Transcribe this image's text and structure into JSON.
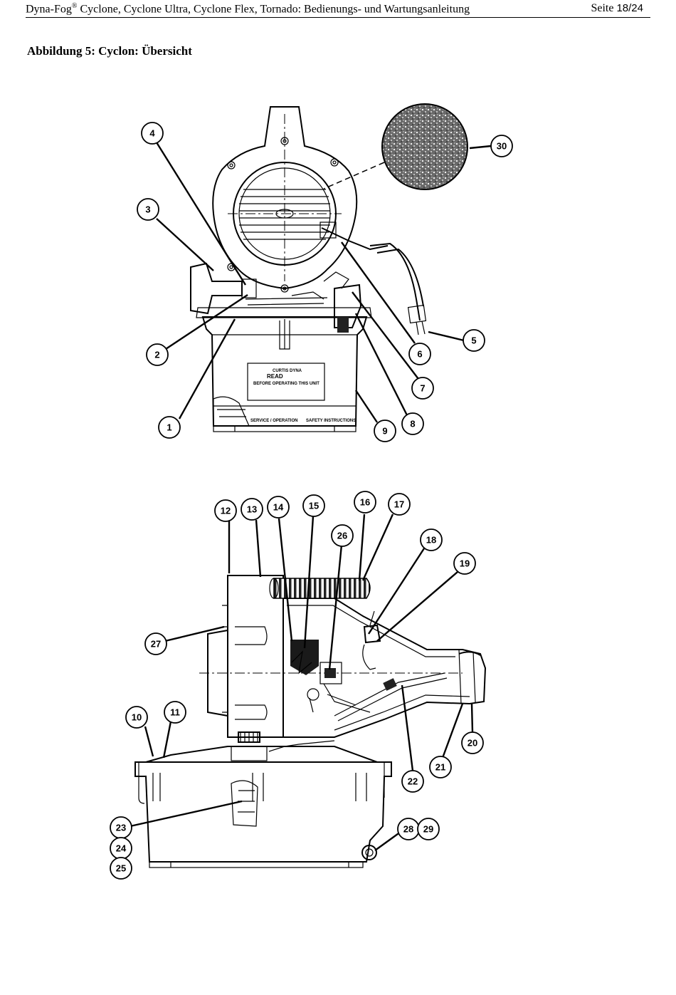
{
  "header": {
    "brand": "Dyna-Fog",
    "reg": "®",
    "title_rest": " Cyclone, Cyclone Ultra, Cyclone Flex, Tornado: Bedienungs- und Wartungsanleitung",
    "page_word": "Seite ",
    "page_num": "18/24"
  },
  "caption": "Abbildung 5: Cyclon: Übersicht",
  "plate_text": {
    "line1": "CURTIS DYNA",
    "brand": "READ",
    "line3": "BEFORE OPERATING THIS UNIT",
    "line4": "SERVICE / OPERATION",
    "line5": "SAFETY INSTRUCTIONS"
  },
  "callouts_front": [
    "1",
    "2",
    "3",
    "4",
    "5",
    "6",
    "7",
    "8",
    "9",
    "30"
  ],
  "callouts_side": [
    "10",
    "11",
    "12",
    "13",
    "14",
    "15",
    "16",
    "17",
    "18",
    "19",
    "20",
    "21",
    "22",
    "23",
    "24",
    "25",
    "26",
    "27",
    "28",
    "29"
  ]
}
